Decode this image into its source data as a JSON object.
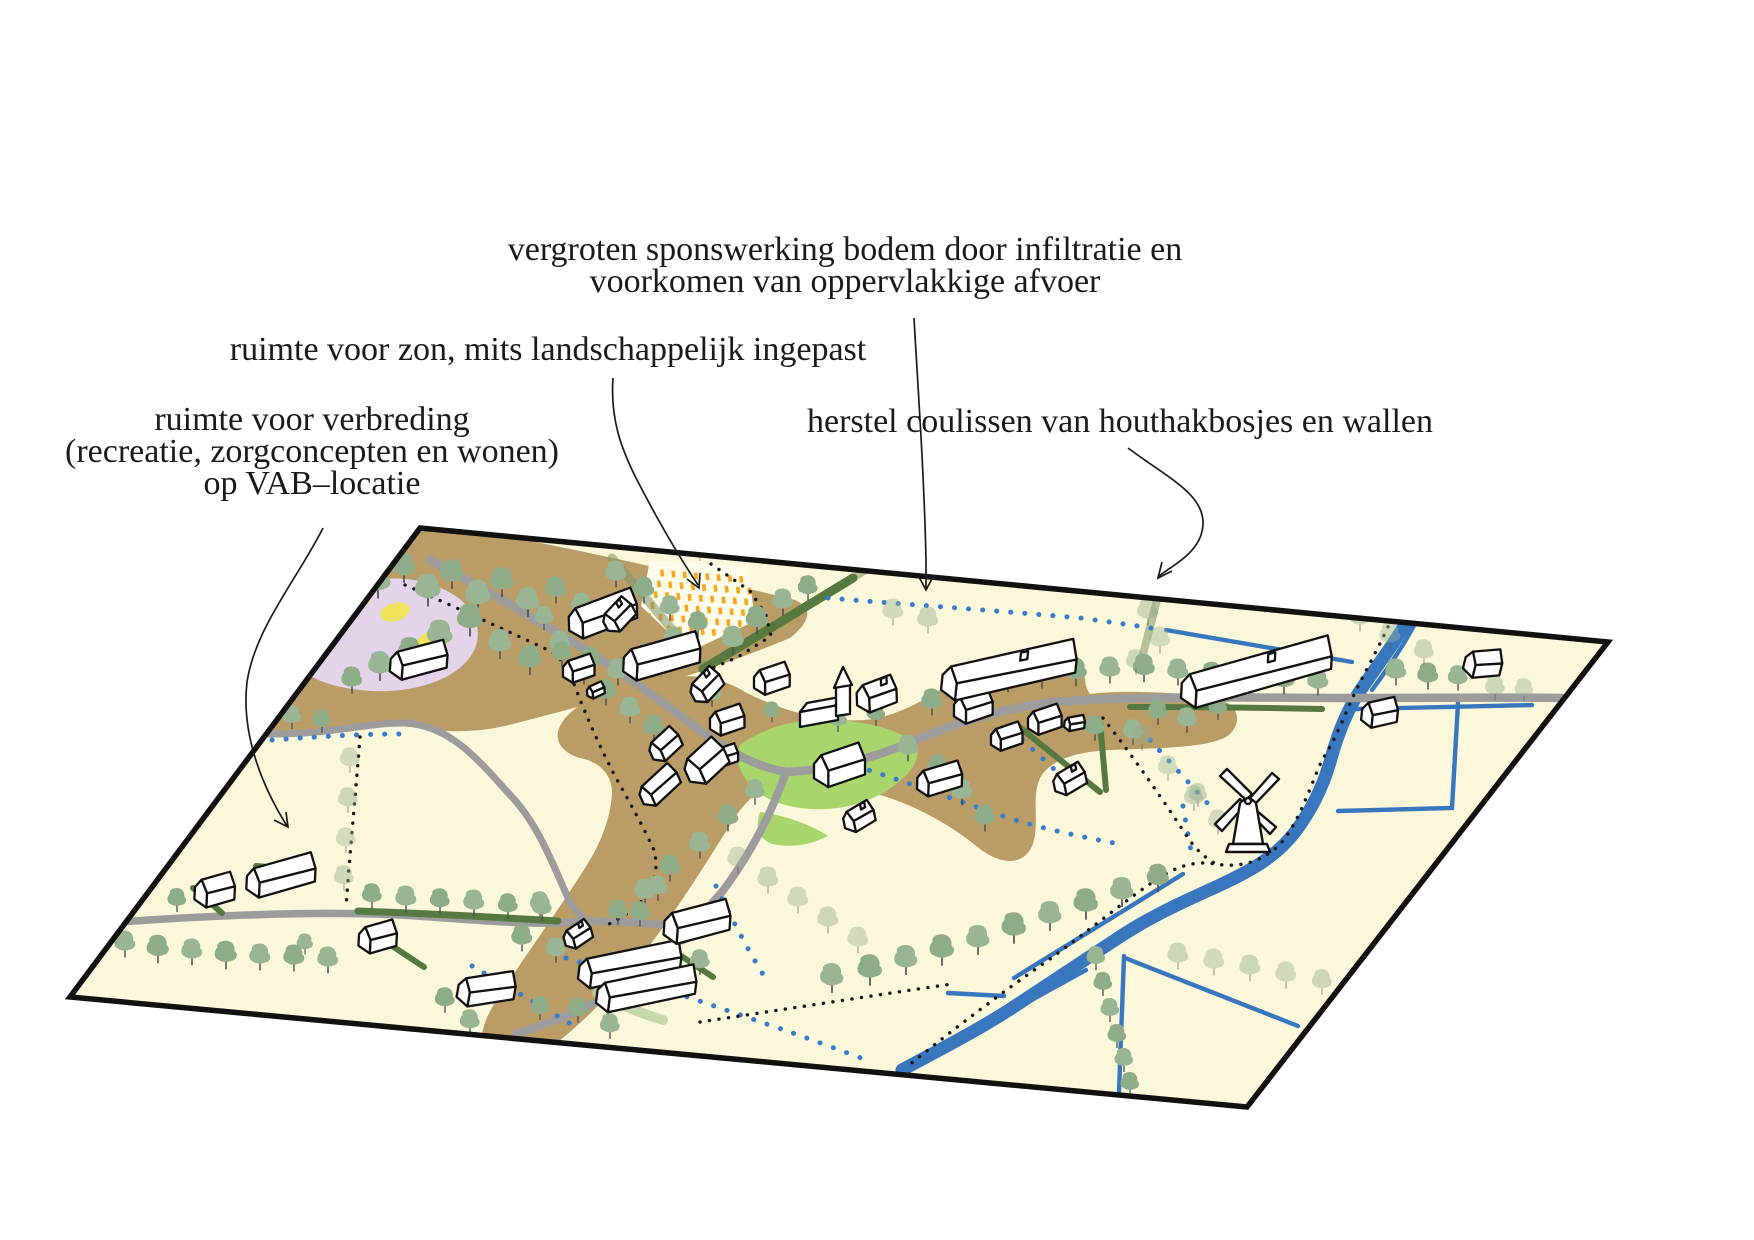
{
  "page": {
    "background": "#FFFFFF",
    "kind": "landscape vision illustration"
  },
  "annotations": [
    {
      "id": "sponswerking",
      "lines": [
        "vergroten sponswerking bodem door infiltratie en",
        "voorkomen van oppervlakkige afvoer"
      ]
    },
    {
      "id": "zon",
      "lines": [
        "ruimte voor zon, mits landschappelijk ingepast"
      ]
    },
    {
      "id": "verbreding",
      "lines": [
        "ruimte voor verbreding",
        "(recreatie, zorgconcepten en wonen)",
        "op VAB–locatie"
      ]
    },
    {
      "id": "coulissen",
      "lines": [
        "herstel coulissen van houthakbosjes en wallen"
      ]
    }
  ],
  "map": {
    "type": "axonometric-landscape-map",
    "features": [
      "village-core-on-brown-es",
      "church",
      "windmill-icon",
      "solar-field",
      "heathland-purple",
      "canal",
      "ditches",
      "infiltration-dotted-lines",
      "tree-rows",
      "hedgerows-coulissen",
      "farmyards",
      "roads",
      "footpath-dotted-lines"
    ],
    "colors": {
      "field_cream": "#FAF7DA",
      "solar_plot_cream": "#FDFBE9",
      "es_brown": "#B99C66",
      "heath_purple": "#E3D4E9",
      "heath_yellow": "#F1E35E",
      "village_green": "#A8D56C",
      "tree_green": "#8FAC89",
      "tree_green_alt": "#9AB594",
      "hedge_green": "#56793F",
      "water_blue": "#3877BE",
      "road_gray": "#9C9C9C",
      "solar_orange": "#F5A71E",
      "line_black": "#1A1A1A"
    }
  }
}
